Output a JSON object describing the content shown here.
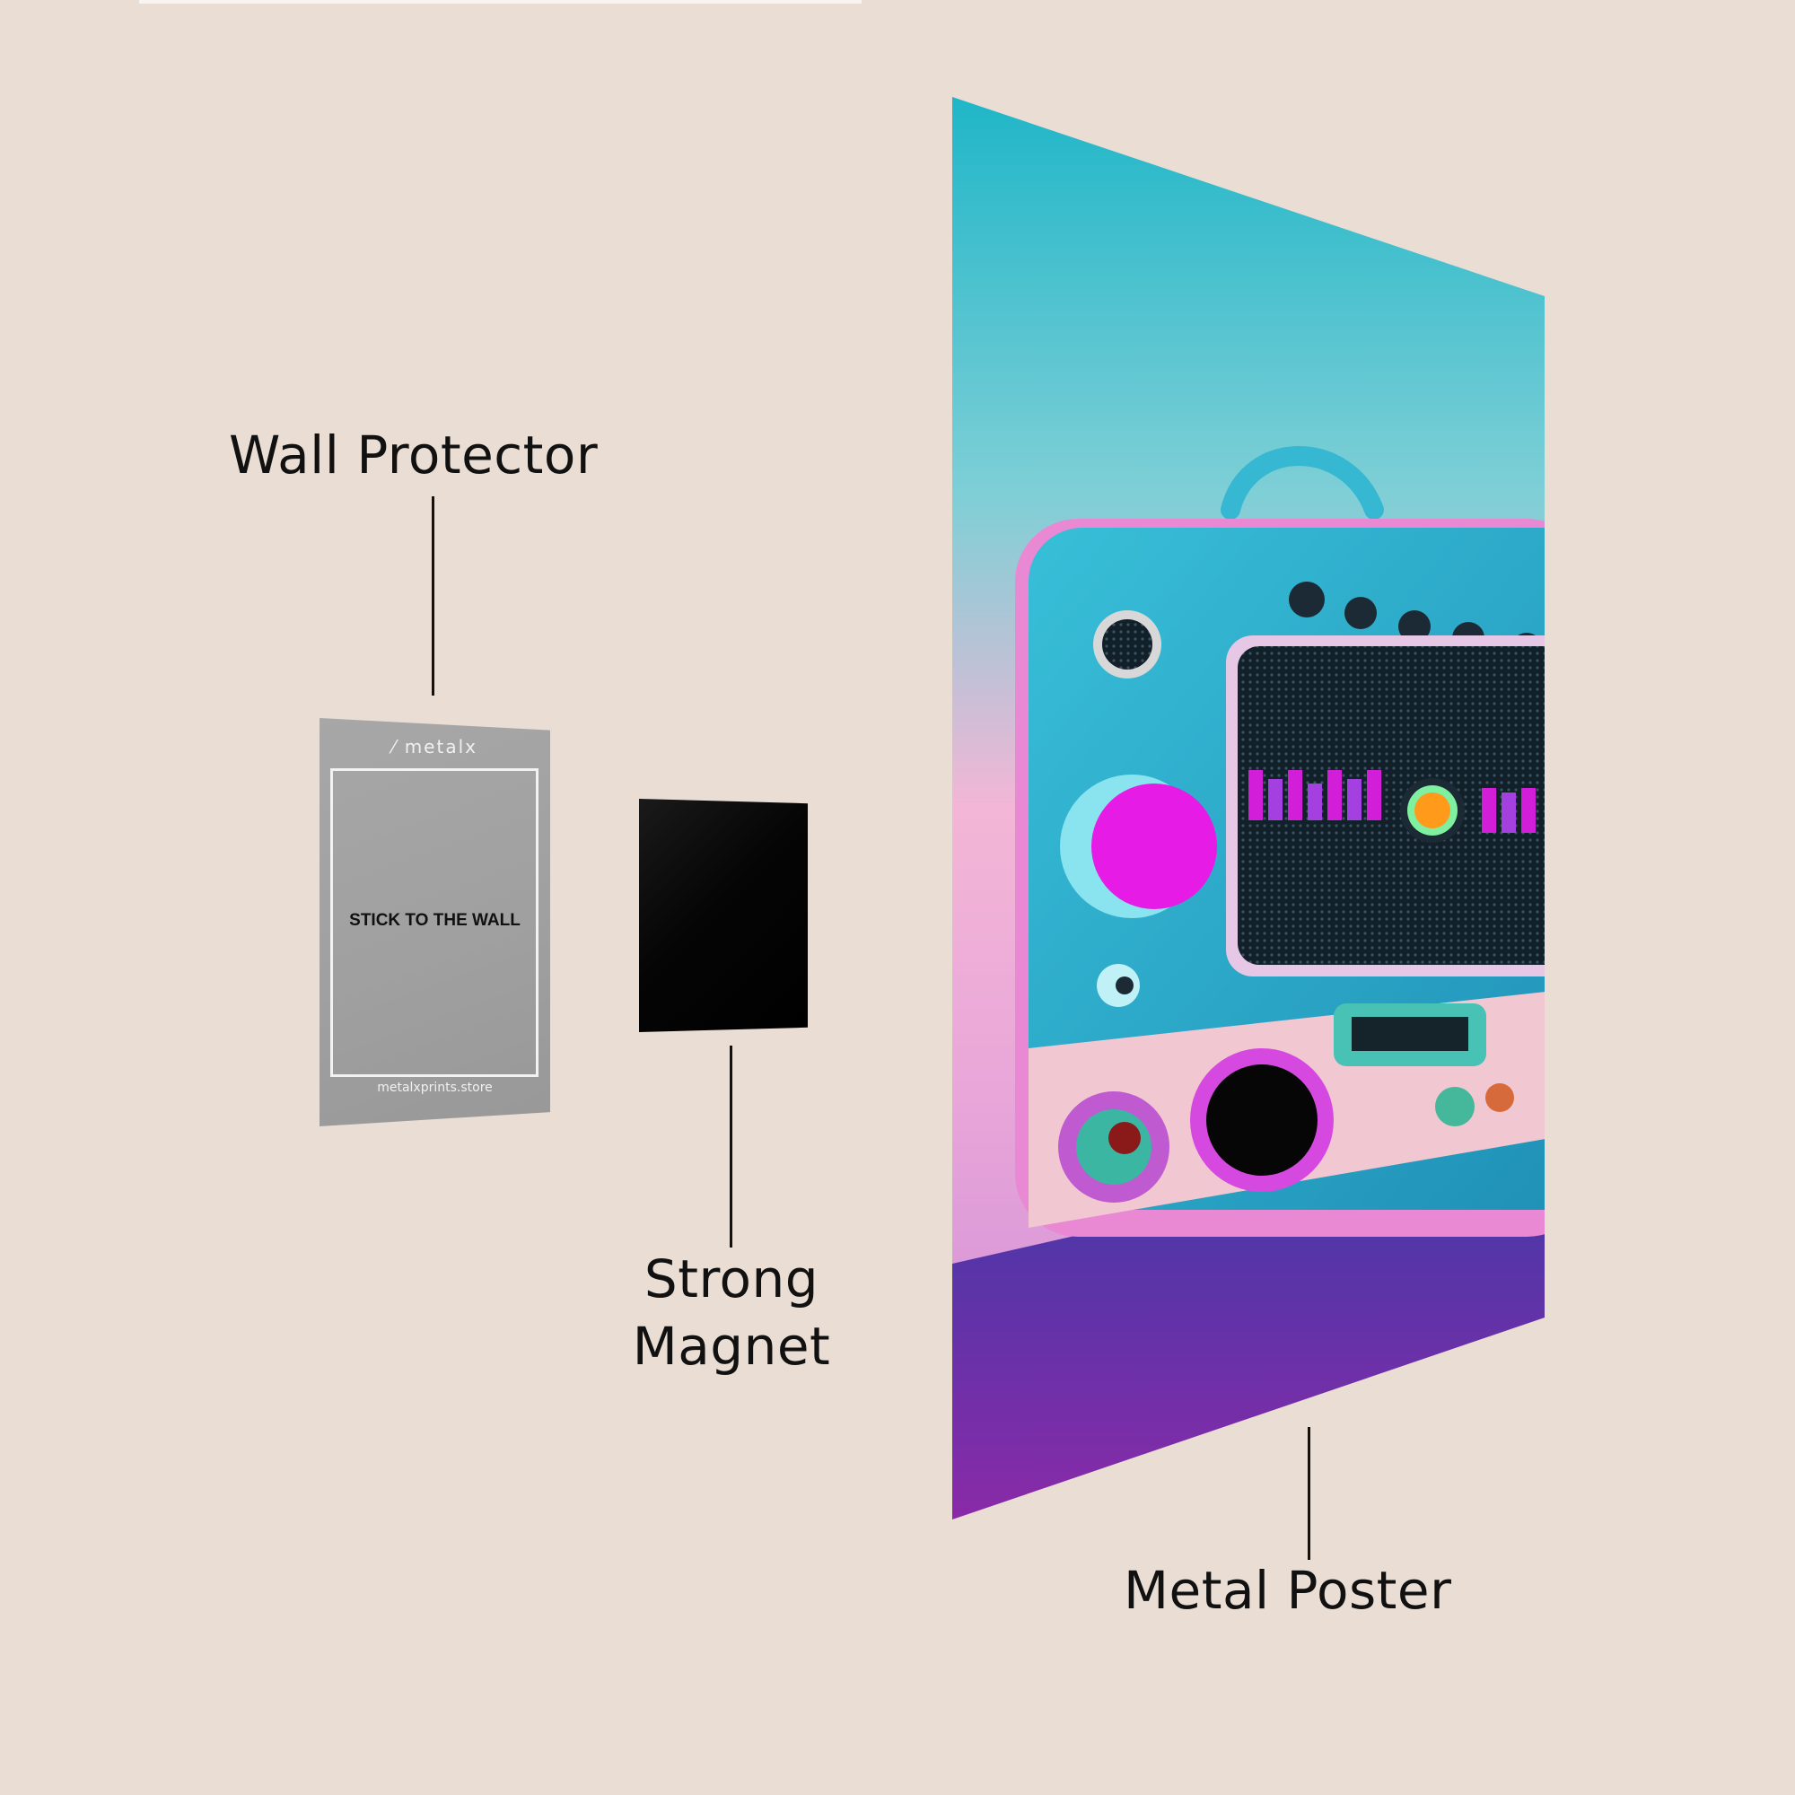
{
  "background_color": "#e9ddd4",
  "labels": {
    "wall_protector": "Wall Protector",
    "strong_magnet": "Strong\nMagnet",
    "metal_poster": "Metal Poster"
  },
  "wall_protector_card": {
    "brand": "metalx",
    "instruction": "STICK TO THE WALL",
    "website": "metalxprints.store"
  },
  "poster": {
    "subject": "retro radio illustration",
    "colors": {
      "sky_top": "#1fb6c8",
      "sky_mid": "#f3b6d6",
      "radio_body": "#24a3c6",
      "accent": "#e61be6",
      "floor": "#6a2a9a"
    }
  }
}
